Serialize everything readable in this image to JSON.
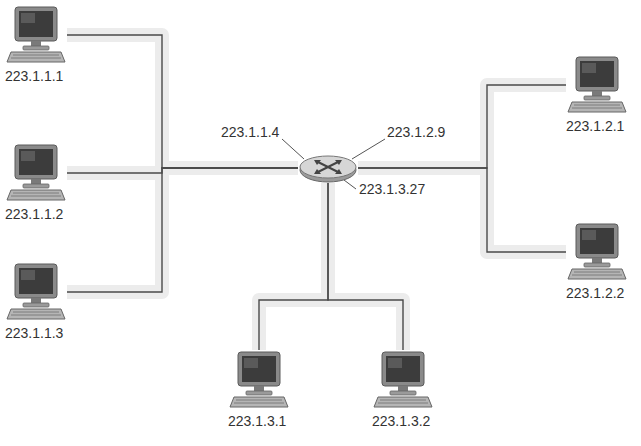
{
  "diagram": {
    "nodes": [
      {
        "text": [
          "223.1.1.1"
        ]
      },
      {
        "text": [
          "223.1.1.2"
        ]
      },
      {
        "text": [
          "223.1.1.3"
        ]
      },
      {
        "text": [
          "223.1.1.4",
          "223.1.2.9",
          "223.1.3.27"
        ]
      },
      {
        "text": [
          "223.1.2.1"
        ]
      },
      {
        "text": [
          "223.1.2.2"
        ]
      },
      {
        "text": [
          "223.1.3.1"
        ]
      },
      {
        "text": [
          "223.1.3.2"
        ]
      }
    ],
    "edges": [
      {
        "from": 0,
        "to": 3,
        "arrow": "none"
      },
      {
        "from": 1,
        "to": 3,
        "arrow": "none"
      },
      {
        "from": 2,
        "to": 3,
        "arrow": "none"
      },
      {
        "from": 4,
        "to": 3,
        "arrow": "none"
      },
      {
        "from": 5,
        "to": 3,
        "arrow": "none"
      },
      {
        "from": 6,
        "to": 3,
        "arrow": "none"
      },
      {
        "from": 7,
        "to": 3,
        "arrow": "none"
      }
    ]
  }
}
